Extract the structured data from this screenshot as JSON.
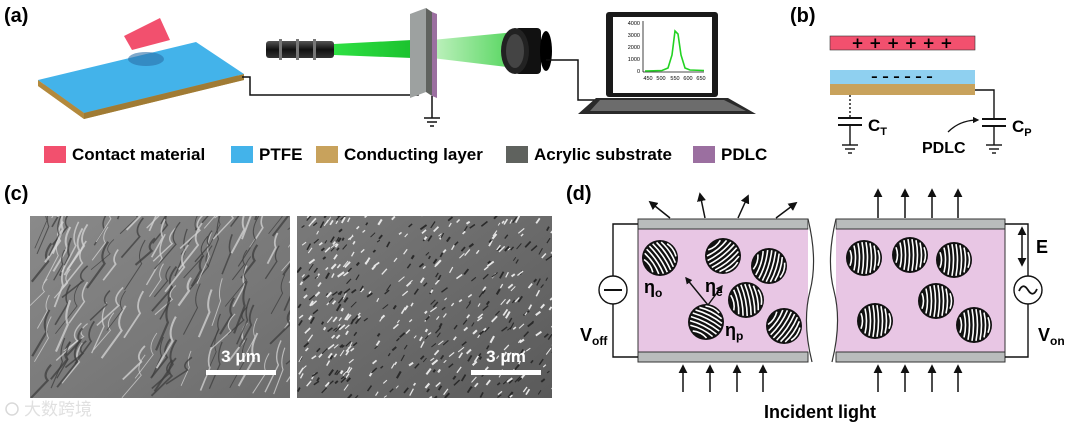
{
  "panels": {
    "a": "(a)",
    "b": "(b)",
    "c": "(c)",
    "d": "(d)"
  },
  "legend": [
    {
      "label": "Contact material",
      "color": "#f2506e"
    },
    {
      "label": "PTFE",
      "color": "#43b3ea"
    },
    {
      "label": "Conducting layer",
      "color": "#c8a25c"
    },
    {
      "label": "Acrylic substrate",
      "color": "#5f625e"
    },
    {
      "label": "PDLC",
      "color": "#9b6fa0"
    }
  ],
  "spectrum": {
    "y_ticks": [
      "4000",
      "3000",
      "2000",
      "1000",
      "0"
    ],
    "x_ticks": [
      "450",
      "500",
      "550",
      "600",
      "650"
    ],
    "line_color": "#22d222"
  },
  "circuit_b": {
    "plus_signs": "+ + + + + +",
    "minus_signs": "– – – – – –",
    "ct_main": "C",
    "ct_sub": "T",
    "cp_main": "C",
    "cp_sub": "P",
    "pdlc": "PDLC"
  },
  "sem": {
    "scale_left": "3 μm",
    "scale_right": "3 μm"
  },
  "cell_d": {
    "v_off_main": "V",
    "v_off_sub": "off",
    "v_on_main": "V",
    "v_on_sub": "on",
    "eta_o_main": "η",
    "eta_o_sub": "o",
    "eta_e_main": "η",
    "eta_e_sub": "e",
    "eta_p_main": "η",
    "eta_p_sub": "p",
    "field": "E",
    "incident": "Incident light"
  },
  "watermark": "大数跨境",
  "colors": {
    "pink_plate": "#f2506e",
    "ptfe_blue": "#8fd0f0",
    "gold_layer": "#c8a25c",
    "cell_fill": "#e8c6e4",
    "glass_gray": "#b9bcbc",
    "laser_green": "#27e03a"
  }
}
